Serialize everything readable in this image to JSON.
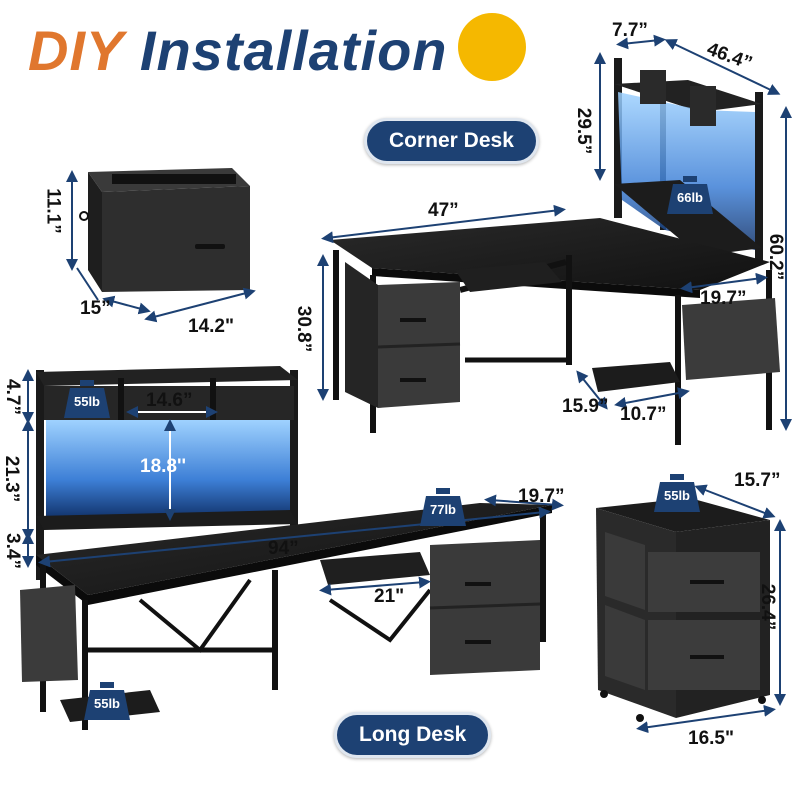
{
  "title": {
    "part1": "DIY",
    "part2": "Installation"
  },
  "labels": {
    "corner_desk": "Corner Desk",
    "long_desk": "Long Desk"
  },
  "dimensions": {
    "drawer_height": "11.1”",
    "drawer_depth": "15”",
    "drawer_width": "14.2\"",
    "corner_width": "47”",
    "corner_height": "30.8”",
    "corner_inner_width": "19.7”",
    "stand_depth": "15.9”",
    "stand_width": "10.7”",
    "hutch_depth": "7.7”",
    "hutch_width": "46.4”",
    "hutch_upper": "29.5”",
    "hutch_total": "60.2”",
    "shelf_height": "4.7”",
    "shelf_width": "14.6”",
    "hutch_space": "18.8''",
    "hutch_lower": "21.3”",
    "base_gap": "3.4”",
    "long_width": "94”",
    "long_depth": "19.7”",
    "keyboard_width": "21\"",
    "cabinet_depth": "15.7”",
    "cabinet_height": "26.4”",
    "cabinet_width": "16.5\""
  },
  "weights": {
    "corner_hutch": "66lb",
    "long_hutch": "55lb",
    "long_desk": "77lb",
    "stand": "55lb",
    "cabinet": "55lb"
  },
  "colors": {
    "accent_orange": "#e0772e",
    "brand_navy": "#1d4173",
    "circle_yellow": "#f5b800"
  }
}
